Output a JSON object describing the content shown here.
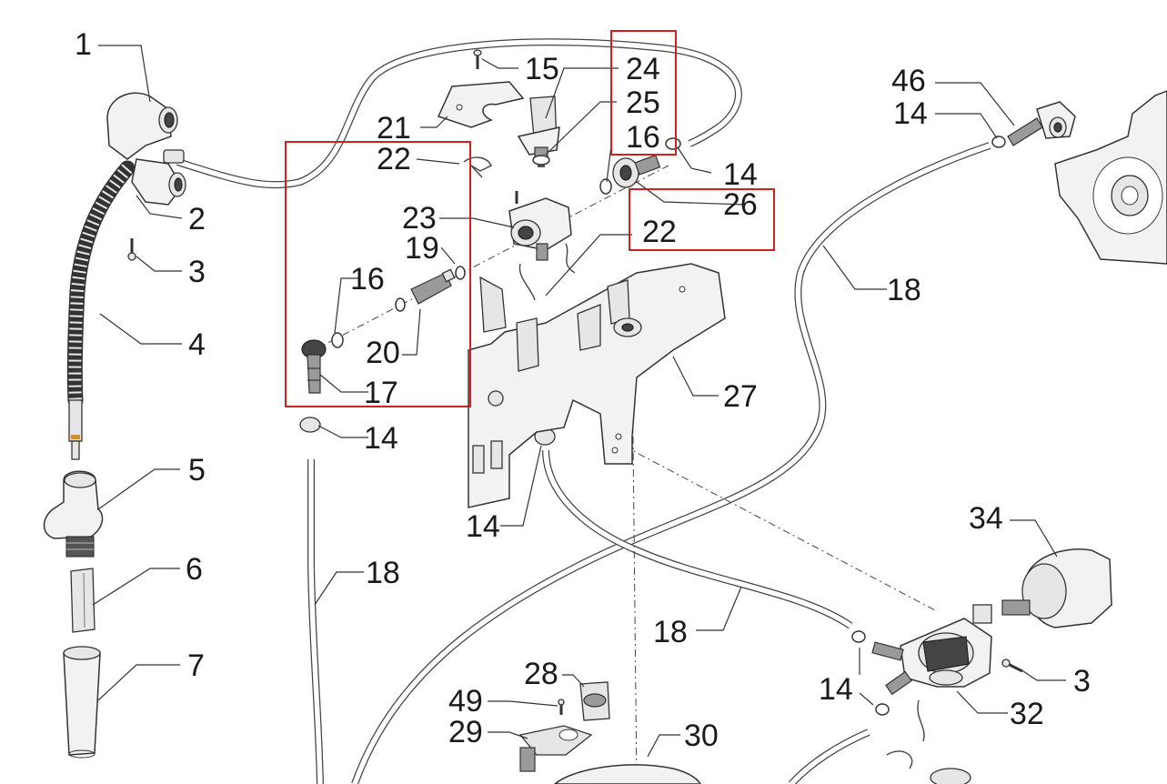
{
  "callouts": {
    "c1": "1",
    "c2": "2",
    "c3a": "3",
    "c4": "4",
    "c5": "5",
    "c6": "6",
    "c7": "7",
    "c14a": "14",
    "c14b": "14",
    "c14c": "14",
    "c14d": "14",
    "c14e": "14",
    "c15": "15",
    "c16a": "16",
    "c16b": "16",
    "c17": "17",
    "c18a": "18",
    "c18b": "18",
    "c18c": "18",
    "c19": "19",
    "c20": "20",
    "c21": "21",
    "c22a": "22",
    "c22b": "22",
    "c23": "23",
    "c24": "24",
    "c25": "25",
    "c26": "26",
    "c27": "27",
    "c28": "28",
    "c29": "29",
    "c30": "30",
    "c32": "32",
    "c3b": "3",
    "c34": "34",
    "c46": "46",
    "c49": "49"
  },
  "highlight_color": "#d12020"
}
